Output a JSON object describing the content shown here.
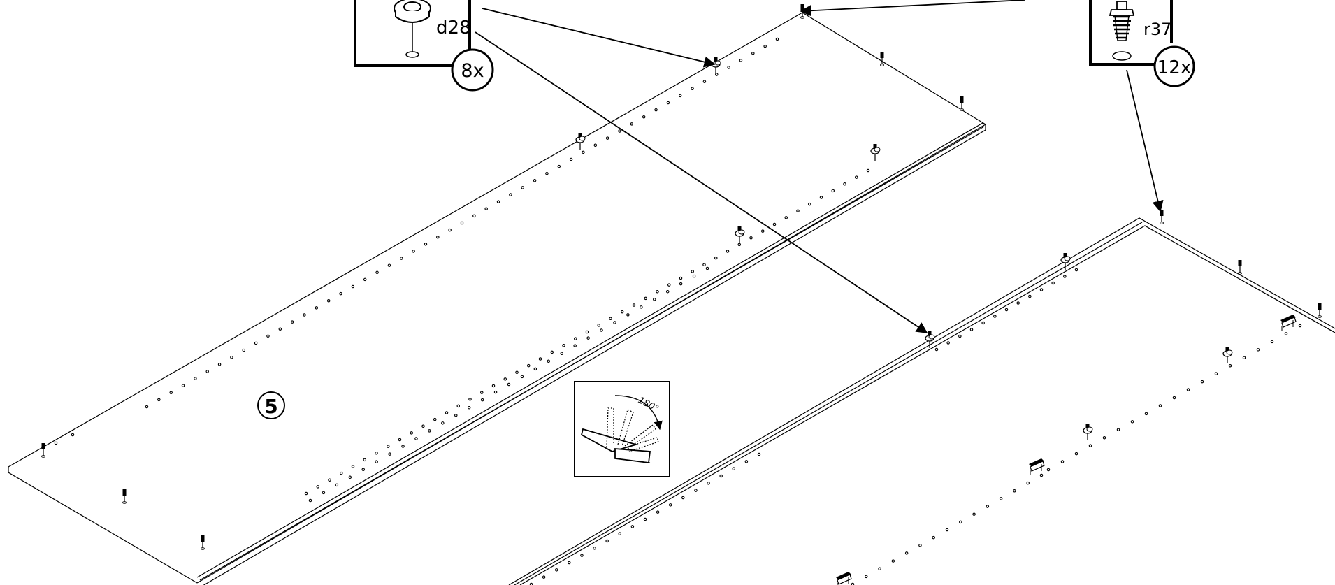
{
  "labels": {
    "part_d28": "d28",
    "qty_d28": "8x",
    "part_r37": "r37",
    "qty_r37": "12x",
    "panel_number": "5",
    "rotate_angle": "180°"
  },
  "icons": {
    "cam_fitting": "cam-lock-fitting-icon",
    "cam_dowel": "cam-dowel-icon",
    "rotate": "rotate-180-icon",
    "panel_number_circle": "circled-number-icon"
  }
}
